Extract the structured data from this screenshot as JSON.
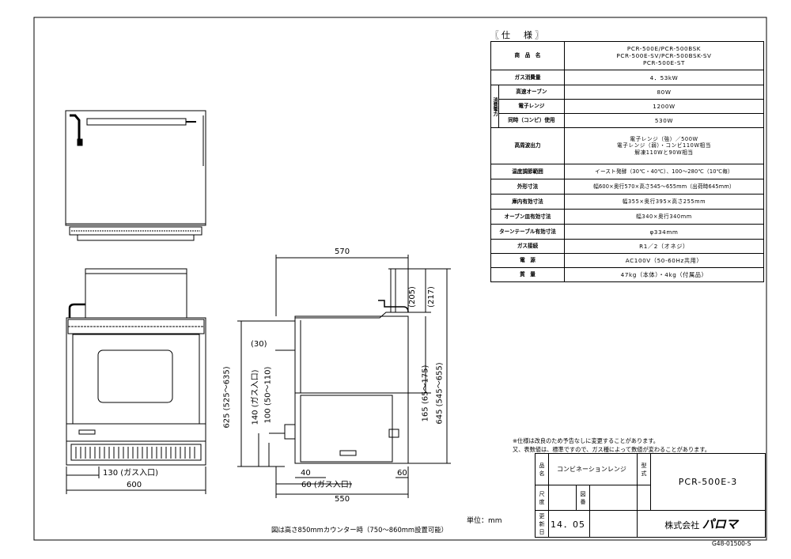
{
  "spec": {
    "title": "〖仕　様〗",
    "rows": {
      "model_label": "商　品　名",
      "model_value_1": "PCR-500E/PCR-500BSK",
      "model_value_2": "PCR-500E-SV/PCR-500BSK-SV",
      "model_value_3": "PCR-500E-ST",
      "gas_label": "ガス消費量",
      "gas_value": "4．53kW",
      "power_group": "消費電力",
      "oven_label": "高速オーブン",
      "oven_value": "80W",
      "range_label": "電子レンジ",
      "range_value": "1200W",
      "combi_label": "同時（コンビ）使用",
      "combi_value": "530W",
      "hf_label": "高周波出力",
      "hf_value_1": "電子レンジ（強）／500W",
      "hf_value_2": "電子レンジ（弱）・コンビ110W相当",
      "hf_value_3": "解凍110Wと90W相当",
      "temp_label": "温度調節範囲",
      "temp_value": "イースト発酵（30℃・40℃）、100～280℃（10℃毎）",
      "outer_label": "外形寸法",
      "outer_value": "幅600×奥行570×高さ545～655mm（出荷時645mm）",
      "inner_label": "庫内有効寸法",
      "inner_value": "幅355×奥行395×高さ255mm",
      "plate_label": "オーブン皿有効寸法",
      "plate_value": "幅340×奥行340mm",
      "turn_label": "ターンテーブル有効寸法",
      "turn_value": "φ334mm",
      "conn_label": "ガス接続",
      "conn_value": "R1／2（オネジ）",
      "elec_label": "電　源",
      "elec_value": "AC100V（50-60Hz共用）",
      "mass_label": "質　量",
      "mass_value": "47kg（本体）・4kg（付属品）"
    }
  },
  "notes": {
    "line1": "※仕様は改良のため予告なしに変更することがあります。",
    "line2": "又、表数値は、標準ですので、ガス種によって数値が変わることがあります。"
  },
  "title_block": {
    "name_label": "品名",
    "name_value": "コンビネーションレンジ",
    "type_label": "型式",
    "type_value": "PCR-500E-3",
    "scale_label": "尺度",
    "drawing_label": "図番",
    "date_label": "更新日",
    "date_value": "14．05",
    "company": "株式会社",
    "brand": "パロマ",
    "doc_no": "G48-01500-S"
  },
  "drawing": {
    "unit": "単位：mm",
    "footnote": "図は高さ850mmカウンター時（750～860mm設置可能）",
    "dims": {
      "d570": "570",
      "d205": "(205)",
      "d217": "(217)",
      "d30": "(30)",
      "d625": "625 (525～635)",
      "d140": "140 (ガス入口)",
      "d100": "100 (50～110)",
      "d165": "165 (65～175)",
      "d645": "645 (545～655)",
      "d40": "40",
      "d60a": "60 (ガス入口)",
      "d60b": "60",
      "d550": "550",
      "d130": "130 (ガス入口)",
      "d600": "600"
    }
  }
}
